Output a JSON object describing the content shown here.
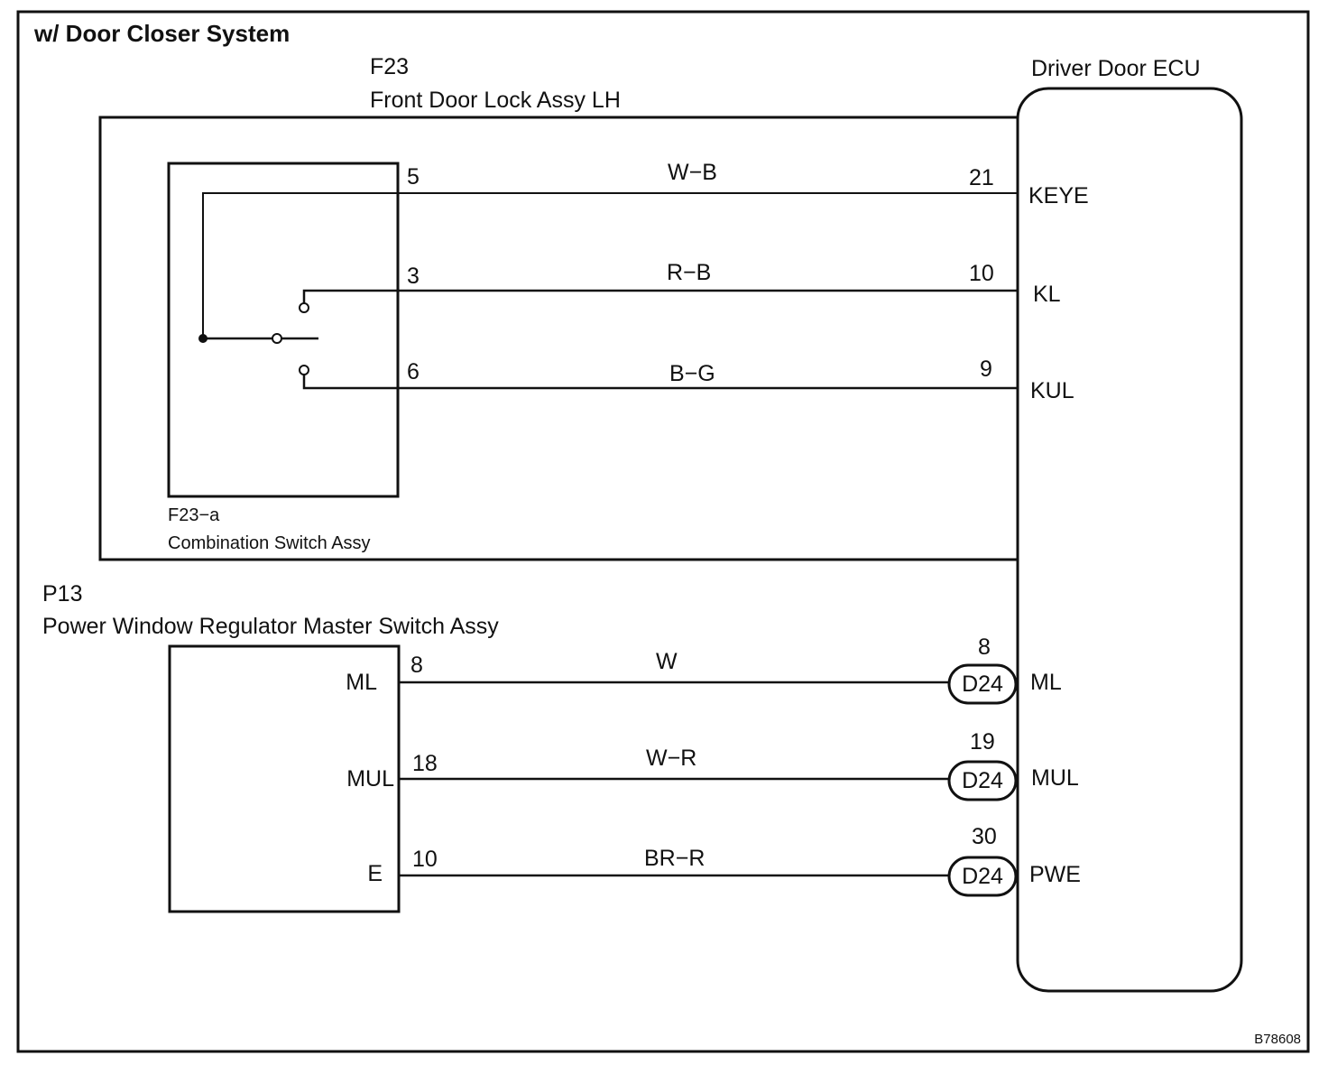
{
  "diagram": {
    "title": "w/ Door Closer System",
    "figure_id": "B78608",
    "components": {
      "door_lock": {
        "code": "F23",
        "name": "Front Door Lock Assy LH"
      },
      "combination_switch": {
        "code": "F23−a",
        "name": "Combination Switch Assy"
      },
      "master_switch": {
        "code": "P13",
        "name": "Power Window Regulator Master Switch Assy"
      },
      "ecu": {
        "name": "Driver Door ECU"
      }
    },
    "upper_wires": [
      {
        "from_pin": "5",
        "color": "W−B",
        "to_pin": "21",
        "ecu_terminal": "KEYE"
      },
      {
        "from_pin": "3",
        "color": "R−B",
        "to_pin": "10",
        "ecu_terminal": "KL"
      },
      {
        "from_pin": "6",
        "color": "B−G",
        "to_pin": "9",
        "ecu_terminal": "KUL"
      }
    ],
    "lower_wires": [
      {
        "switch_terminal": "ML",
        "from_pin": "8",
        "color": "W",
        "connector": "D24",
        "to_pin": "8",
        "ecu_terminal": "ML"
      },
      {
        "switch_terminal": "MUL",
        "from_pin": "18",
        "color": "W−R",
        "connector": "D24",
        "to_pin": "19",
        "ecu_terminal": "MUL"
      },
      {
        "switch_terminal": "E",
        "from_pin": "10",
        "color": "BR−R",
        "connector": "D24",
        "to_pin": "30",
        "ecu_terminal": "PWE"
      }
    ]
  }
}
